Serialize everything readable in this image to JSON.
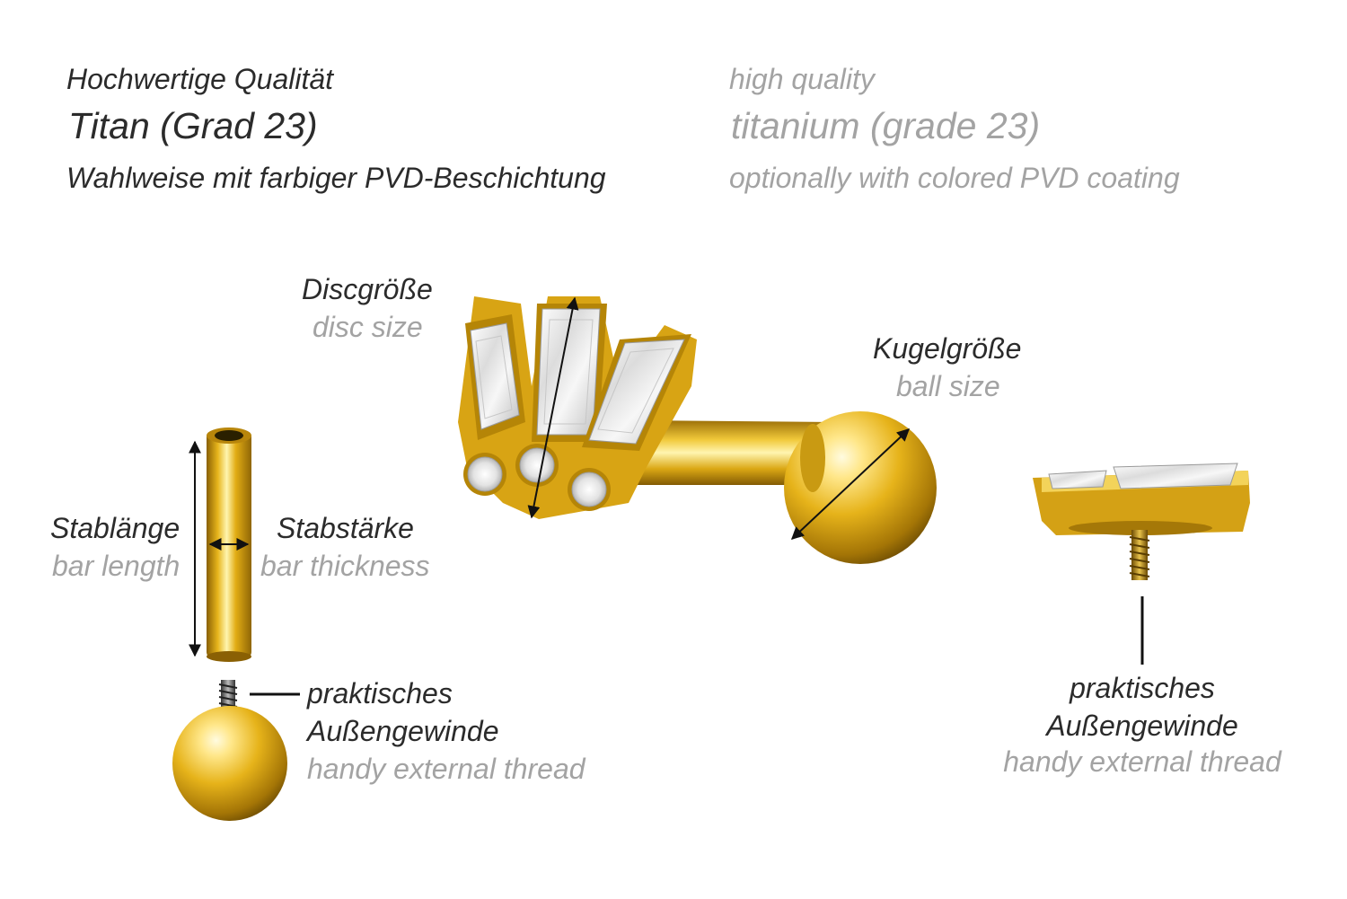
{
  "header": {
    "de": {
      "quality": "Hochwertige Qualität",
      "material": "Titan (Grad 23)",
      "coating": "Wahlweise mit farbiger PVD-Beschichtung"
    },
    "en": {
      "quality": "high quality",
      "material": "titanium (grade 23)",
      "coating": "optionally with colored PVD coating"
    }
  },
  "labels": {
    "disc_size": {
      "de": "Discgröße",
      "en": "disc size"
    },
    "ball_size": {
      "de": "Kugelgröße",
      "en": "ball size"
    },
    "bar_length": {
      "de": "Stablänge",
      "en": "bar length"
    },
    "bar_thickness": {
      "de": "Stabstärke",
      "en": "bar thickness"
    },
    "thread_left": {
      "de1": "praktisches",
      "de2": "Außengewinde",
      "en": "handy external thread"
    },
    "thread_right": {
      "de1": "praktisches",
      "de2": "Außengewinde",
      "en": "handy external thread"
    }
  },
  "colors": {
    "gold_light": "#fff3a6",
    "gold": "#e8b81a",
    "gold_dark": "#9a6e05",
    "text_de": "#2b2b2b",
    "text_en": "#a3a3a3"
  }
}
